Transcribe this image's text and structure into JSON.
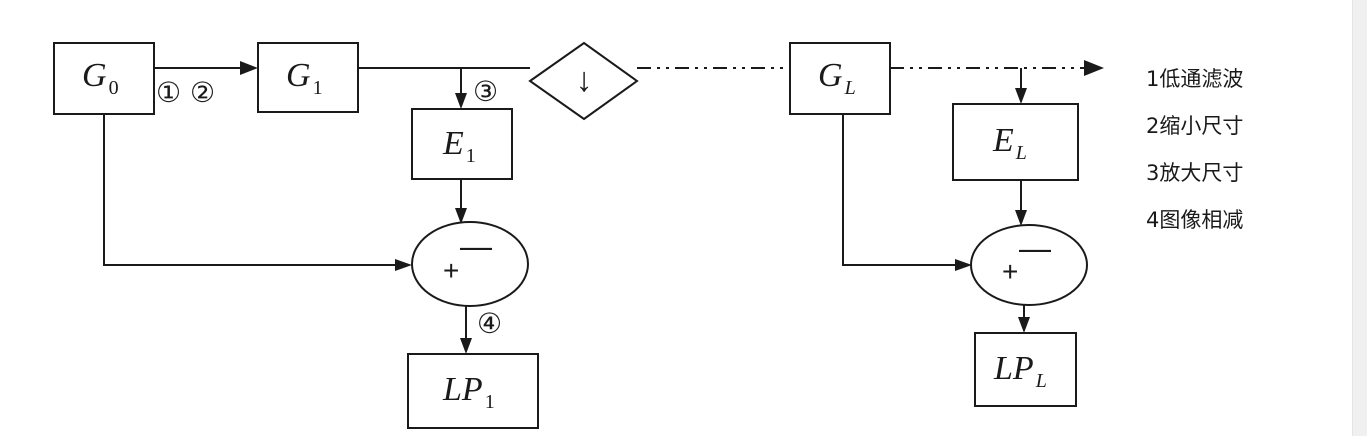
{
  "blocks": {
    "g0": {
      "main": "G",
      "sub": "0"
    },
    "g1": {
      "main": "G",
      "sub": "1"
    },
    "gl": {
      "main": "G",
      "sub": "L"
    },
    "e1": {
      "main": "E",
      "sub": "1"
    },
    "el": {
      "main": "E",
      "sub": "L"
    },
    "lp1": {
      "main": "LP",
      "sub": "1"
    },
    "lpl": {
      "main": "LP",
      "sub": "L"
    }
  },
  "markers": {
    "step1": "①",
    "step2": "②",
    "step3": "③",
    "step4": "④"
  },
  "operators": {
    "plus": "+",
    "minus": "—",
    "down": "↓"
  },
  "legend": [
    "1低通滤波",
    "2缩小尺寸",
    "3放大尺寸",
    "4图像相减"
  ]
}
